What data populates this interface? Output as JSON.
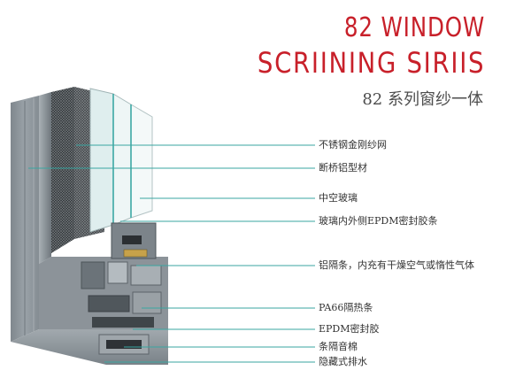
{
  "title": {
    "line1": "82 WINDOW",
    "line2": "SCRIINING  SIRIIS",
    "subtitle": "82 系列窗纱一体"
  },
  "colors": {
    "title": "#c8202a",
    "leader_line": "#3aa6a1",
    "frame": "#8e969c",
    "frame_dark": "#5d656b",
    "glass": "#e9f3f3",
    "mesh": "#3d4043"
  },
  "labels": [
    {
      "id": "stainless-mesh",
      "text": "不锈钢金刚纱网"
    },
    {
      "id": "thermal-break-profile",
      "text": "断桥铝型材"
    },
    {
      "id": "insulating-glass",
      "text": "中空玻璃"
    },
    {
      "id": "glass-epdm-strip",
      "text": "玻璃内外侧EPDM密封胶条"
    },
    {
      "id": "aluminum-spacer",
      "text": "铝隔条，内充有干燥空气或惰性气体"
    },
    {
      "id": "pa66-strip",
      "text": "PA66隔热条"
    },
    {
      "id": "epdm-seal",
      "text": "EPDM密封胶"
    },
    {
      "id": "sound-cotton",
      "text": "条隔音棉"
    },
    {
      "id": "hidden-drainage",
      "text": "隐藏式排水"
    }
  ]
}
